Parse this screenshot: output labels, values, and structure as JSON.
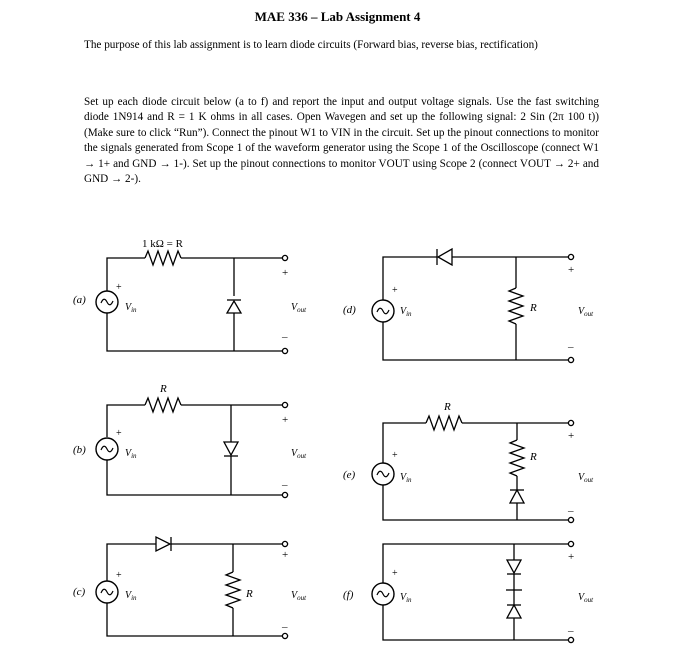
{
  "title": "MAE 336 – Lab Assignment 4",
  "intro": "The purpose of this lab assignment is to learn diode circuits (Forward bias, reverse bias, rectification)",
  "instructions": "Set up each diode circuit below (a to f) and report the input and output voltage signals. Use the fast switching diode 1N914 and R = 1 K ohms in all cases. Open Wavegen and set up the following signal: 2 Sin (2π 100 t)) (Make sure to click “Run”). Connect the pinout W1 to VIN in the circuit. Set up the pinout connections to monitor the signals generated from Scope 1 of the waveform generator using the Scope 1 of the Oscilloscope (connect W1 → 1+ and GND → 1-). Set up the pinout connections to monitor VOUT using Scope 2 (connect VOUT → 2+ and GND → 2-).",
  "circuits": {
    "a": {
      "label": "(a)",
      "resistor": "1 kΩ = R",
      "vin": "V",
      "vin_sub": "in",
      "vout": "V",
      "vout_sub": "out",
      "plus": "+",
      "minus": "–"
    },
    "b": {
      "label": "(b)",
      "resistor": "R",
      "vin": "V",
      "vin_sub": "in",
      "vout": "V",
      "vout_sub": "out",
      "plus": "+",
      "minus": "–"
    },
    "c": {
      "label": "(c)",
      "resistor": "R",
      "vin": "V",
      "vin_sub": "in",
      "vout": "V",
      "vout_sub": "out",
      "plus": "+",
      "minus": "–"
    },
    "d": {
      "label": "(d)",
      "resistor": "R",
      "vin": "V",
      "vin_sub": "in",
      "vout": "V",
      "vout_sub": "out",
      "plus": "+",
      "minus": "–"
    },
    "e": {
      "label": "(e)",
      "resistor": "R",
      "resistor2": "R",
      "vin": "V",
      "vin_sub": "in",
      "vout": "V",
      "vout_sub": "out",
      "plus": "+",
      "minus": "–"
    },
    "f": {
      "label": "(f)",
      "vin": "V",
      "vin_sub": "in",
      "vout": "V",
      "vout_sub": "out",
      "plus": "+",
      "minus": "–"
    }
  }
}
